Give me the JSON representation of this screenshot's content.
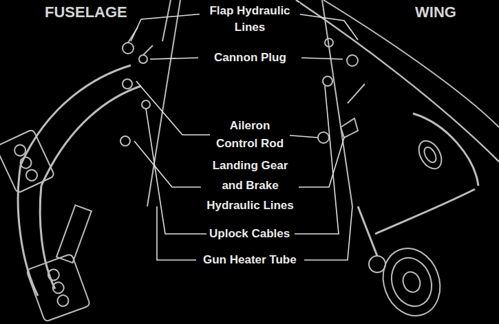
{
  "diagram": {
    "labels": [
      "FUSELAGE",
      "WING",
      "Flap Hydraulic Lines",
      "Cannon Plug",
      "Aileron Control Rod",
      "Landing Gear and Brake Hydraulic Lines",
      "Uplock Cables",
      "Gun Heater Tube"
    ]
  }
}
